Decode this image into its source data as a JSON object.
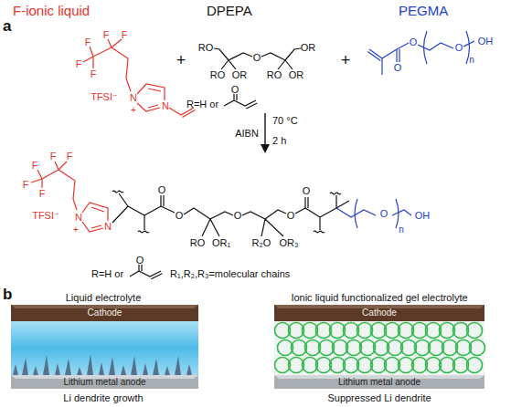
{
  "diagram": {
    "nodes": [
      {
        "text": [
          "Cathode"
        ]
      },
      {
        "text": [
          "Lithium metal anode"
        ]
      },
      {
        "text": [
          "Cathode"
        ]
      },
      {
        "text": [
          "Lithium metal anode"
        ]
      }
    ],
    "labels": [
      "a",
      "F-ionic liquid",
      "DPEPA",
      "PEGMA",
      "F",
      "F",
      "F",
      "F",
      "F",
      "TFSI⁻",
      "N",
      "+",
      "N",
      "RO",
      "O",
      "OR",
      "RO",
      "OR",
      "RO",
      "OR",
      "R=H or",
      "O",
      "+",
      "+",
      "O",
      "O",
      "O",
      "n",
      "OH",
      "AIBN",
      "70 °C",
      "2 h",
      "F",
      "F",
      "F",
      "F",
      "F",
      "TFSI⁻",
      "N",
      "+",
      "N",
      "O",
      "O",
      "O",
      "RO",
      "OR₁",
      "R₂O",
      "OR₃",
      "O",
      "O",
      "O",
      "n",
      "OH",
      "R=H or",
      "O",
      "R₁,R₂,R₃=molecular chains",
      "b",
      "Liquid electrolyte",
      "Ionic liquid functionalized gel electrolyte",
      "Li dendrite growth",
      "Suppressed Li dendrite"
    ]
  }
}
